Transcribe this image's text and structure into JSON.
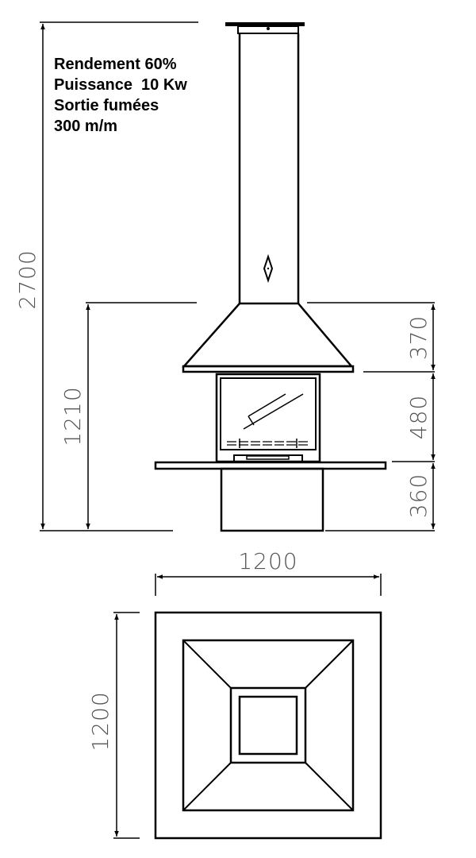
{
  "specs": {
    "line1": "Rendement 60%",
    "line2": "Puissance  10 Kw",
    "line3": "Sortie fumées",
    "line4": "300 m/m"
  },
  "dimensions": {
    "total_height": "2700",
    "hood_bottom_height": "1210",
    "hood_height": "370",
    "firebox_height": "480",
    "base_height": "360",
    "width": "1200",
    "depth": "1200"
  },
  "colors": {
    "line": "#000000",
    "dimension_text": "#555555",
    "background": "#ffffff"
  }
}
